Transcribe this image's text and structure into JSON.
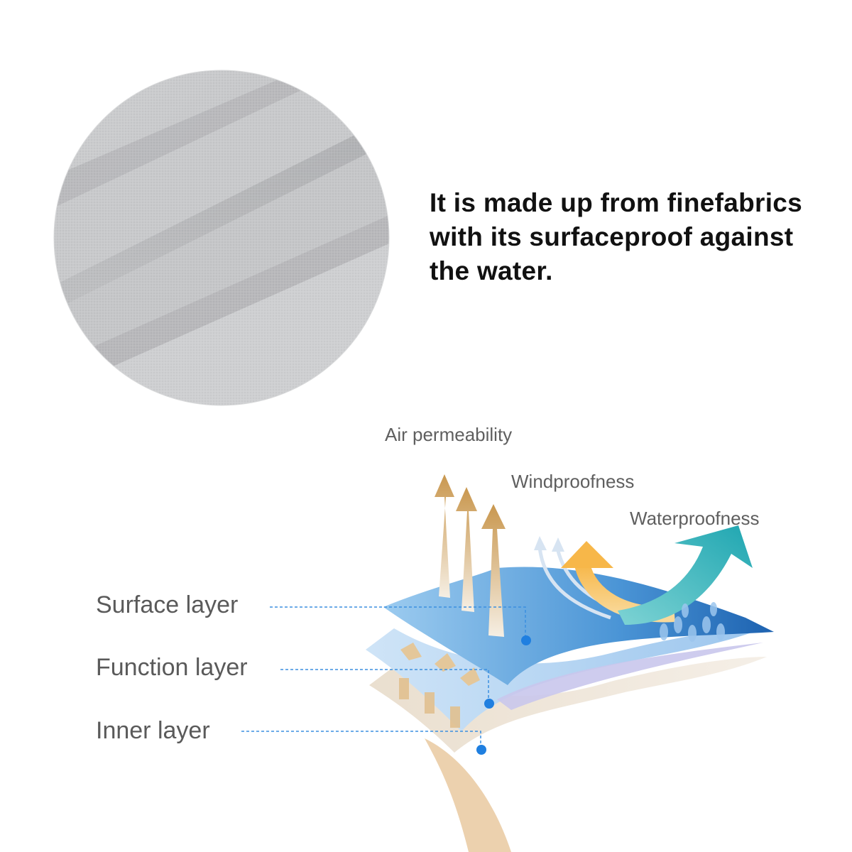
{
  "headline": {
    "lines": [
      "It is made up from finefabrics",
      "with its surfaceproof against",
      "the water."
    ]
  },
  "features": {
    "air": "Air permeability",
    "wind": "Windproofness",
    "water": "Waterproofness"
  },
  "layers": {
    "surface": "Surface layer",
    "function": "Function layer",
    "inner": "Inner layer"
  },
  "colors": {
    "fabric_gray": "#c4c5c7",
    "leader_blue": "#3b8fe0",
    "surface_blue": "#5aa2dc",
    "function_blue": "#b6d6f2",
    "inner_tan": "#e7d8c4",
    "arrow_orange": "#f3b24e",
    "water_teal": "#2ab5bf"
  }
}
